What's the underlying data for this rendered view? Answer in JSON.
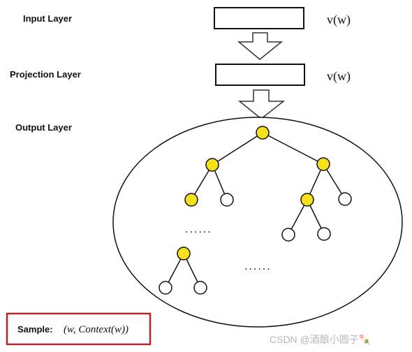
{
  "layers": {
    "input": {
      "label": "Input Layer",
      "vector": "v(w)"
    },
    "projection": {
      "label": "Projection Layer",
      "vector": "v(w)"
    },
    "output": {
      "label": "Output Layer"
    }
  },
  "tree": {
    "ellipsis_left": "......",
    "ellipsis_right": "......"
  },
  "sample": {
    "label": "Sample:",
    "formula": "(w, Context(w))"
  },
  "watermark": "CSDN @酒酿小圆子🍡",
  "colors": {
    "node_highlight": "#f7e21a",
    "node_plain": "#ffffff",
    "sample_border": "#b3262b",
    "stroke": "#111111"
  }
}
